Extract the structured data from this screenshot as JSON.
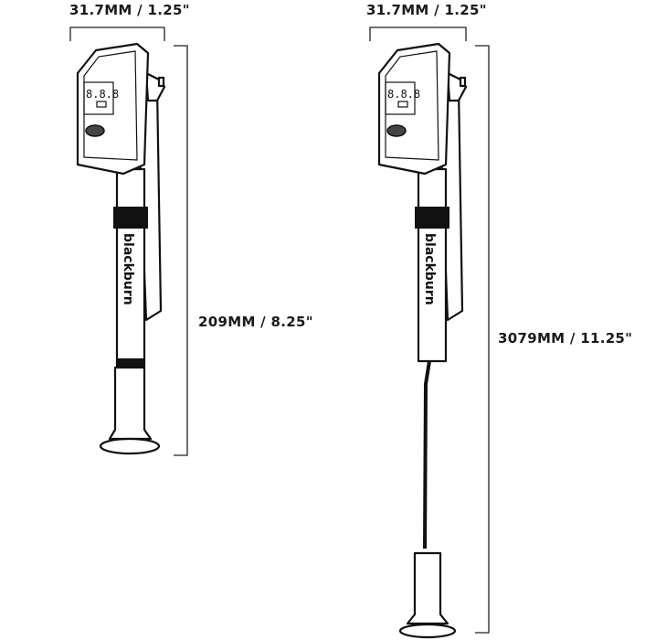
{
  "pumps": [
    {
      "width_label": "31.7MM / 1.25\"",
      "height_label": "209MM / 8.25\"",
      "display_digits": "8.8.8",
      "brand_logo": "blackburn",
      "hose": false
    },
    {
      "width_label": "31.7MM / 1.25\"",
      "height_label": "3079MM / 11.25\"",
      "display_digits": "8.8.8",
      "brand_logo": "blackburn",
      "hose": true
    }
  ],
  "colors": {
    "line": "#111111",
    "background": "#ffffff"
  }
}
